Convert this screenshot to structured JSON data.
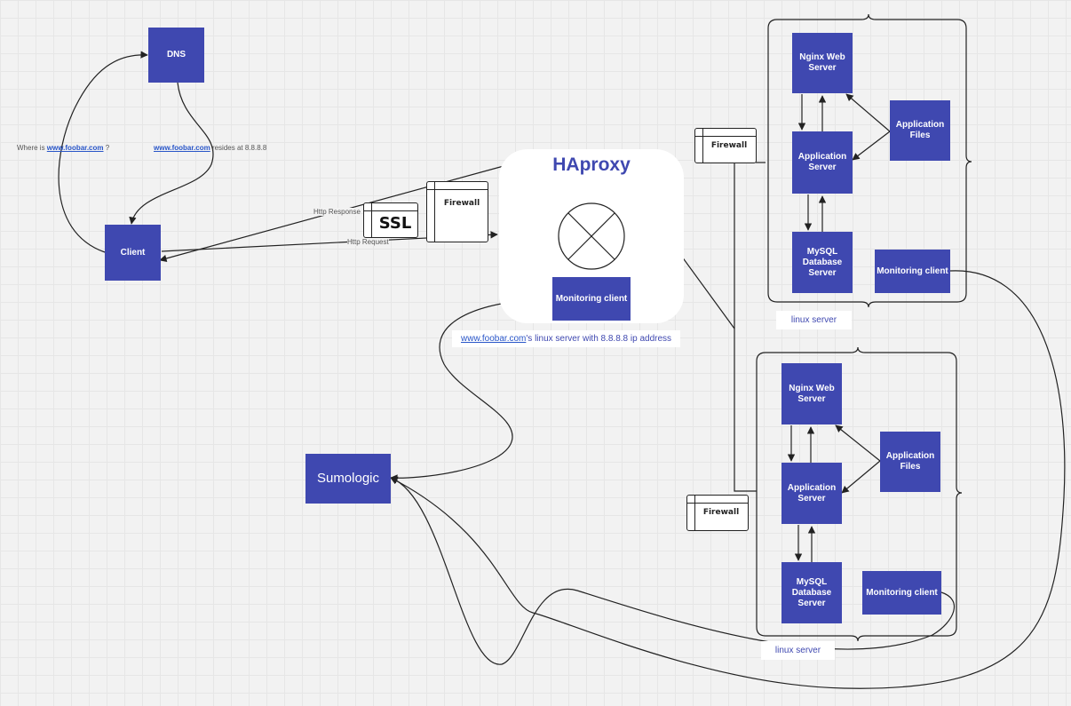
{
  "dns": {
    "label": "DNS"
  },
  "client": {
    "label": "Client"
  },
  "dns_query": {
    "prefix": "Where is ",
    "link": "www.foobar.com",
    "suffix": " ?"
  },
  "dns_answer": {
    "link": "www.foobar.com",
    "suffix": " resides at 8.8.8.8"
  },
  "http_response": "Http Response",
  "http_request": "Http Request",
  "ssl": "SSL",
  "firewall_label": "Firewall",
  "haproxy": {
    "title": "HAproxy",
    "monitoring": "Monitoring client",
    "caption_link": "www.foobar.com",
    "caption_suffix": "'s linux server with 8.8.8.8 ip address"
  },
  "sumologic": "Sumologic",
  "servers": [
    {
      "nginx": "Nginx Web\nServer",
      "app_server": "Application\nServer",
      "app_files": "Application\nFiles",
      "mysql": "MySQL\nDatabase\nServer",
      "monitoring": "Monitoring client",
      "caption": "linux server"
    },
    {
      "nginx": "Nginx Web\nServer",
      "app_server": "Application\nServer",
      "app_files": "Application\nFiles",
      "mysql": "MySQL\nDatabase\nServer",
      "monitoring": "Monitoring client",
      "caption": "linux server"
    }
  ],
  "colors": {
    "box": "#3f48b0",
    "line": "#222222",
    "link": "#2855c8"
  }
}
